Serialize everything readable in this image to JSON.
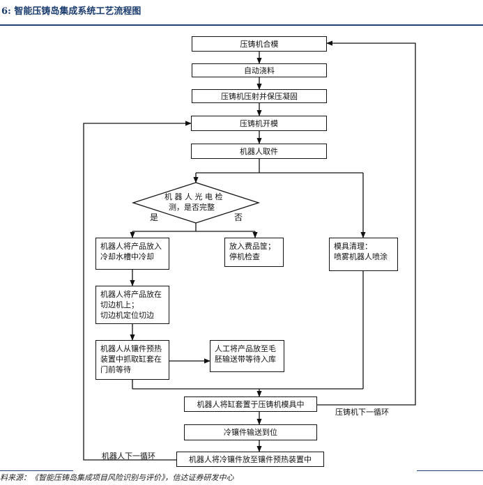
{
  "header": {
    "title": "6:  智能压铸岛集成系统工艺流程图"
  },
  "steps": {
    "close_mold": "压铸机合模",
    "auto_pour": "自动浇料",
    "inject": "压铸机压射并保压凝固",
    "open_mold": "压铸机开模",
    "robot_pick": "机器人取件",
    "decision_l1": "机 器 人 光 电 检",
    "decision_l2": "测，是否完整",
    "yes": "是",
    "no": "否",
    "cool_l1": "机器人将产品放入",
    "cool_l2": "冷却水槽中冷却",
    "scrap_l1": "放入费品筐；",
    "scrap_l2": "停机检查",
    "mold_clean_l1": "模具清理：",
    "mold_clean_l2": "喷雾机器人喷涂",
    "trim_l1": "机器人将产品放在",
    "trim_l2": "切边机上；",
    "trim_l3": "切边机定位切边",
    "take_sleeve_l1": "机器人从镶件预热",
    "take_sleeve_l2": "装置中抓取缸套在",
    "take_sleeve_l3": "门前等待",
    "manual_l1": "人工将产品放至毛",
    "manual_l2": "胚输送带等待入库",
    "place_sleeve": "机器人将缸套置于压铸机模具中",
    "cold_insert": "冷镶件输送到位",
    "place_insert": "机器人将冷镶件放至镶件预热装置中",
    "loop_press": "压铸机下一循环",
    "loop_robot": "机器人下一循环"
  },
  "source": "料来源：《智能压铸岛集成项目风险识别与评价》，信达证券研发中心",
  "colors": {
    "header": "#1a3b6e",
    "rule": "#1f3f73",
    "line": "#111111"
  }
}
